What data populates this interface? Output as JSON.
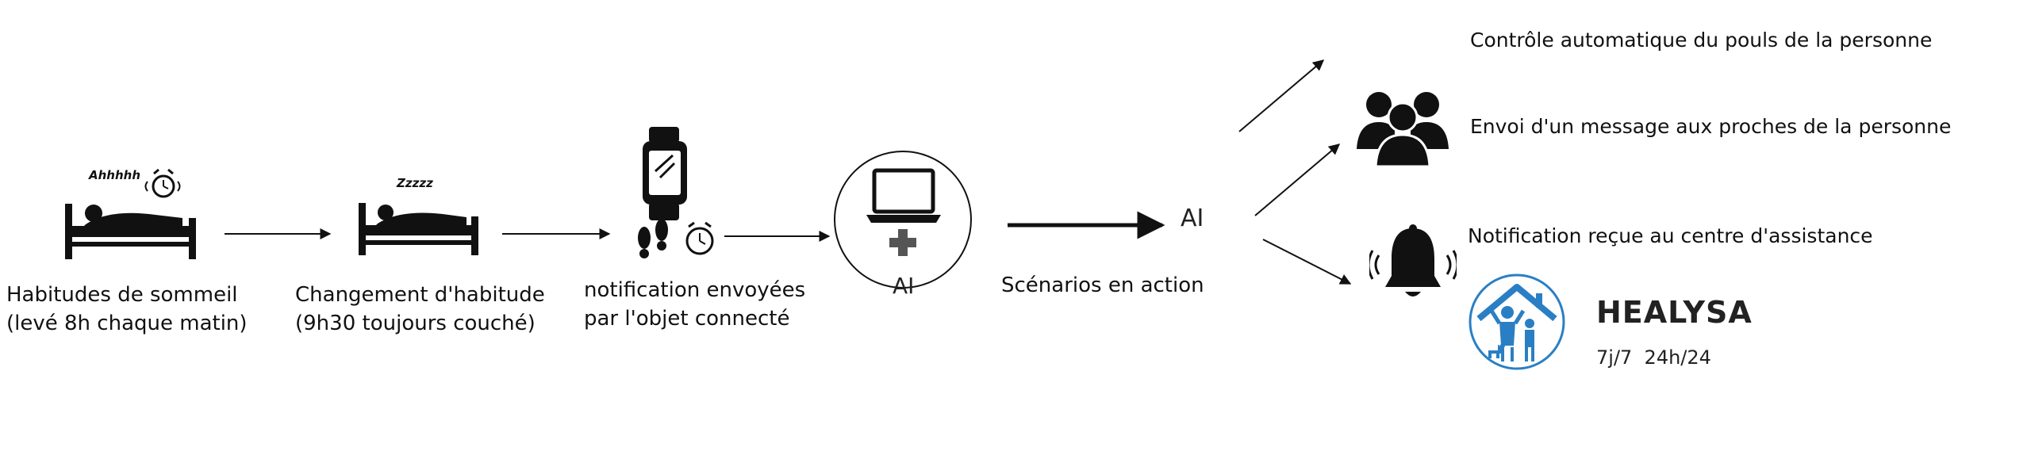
{
  "steps": [
    {
      "line1": "Habitudes de sommeil",
      "line2": "(levé 8h chaque matin)",
      "sound": "Ahhhhh"
    },
    {
      "line1": "Changement d'habitude",
      "line2": "(9h30 toujours couché)",
      "sound": "Zzzzz"
    },
    {
      "line1": "notification envoyées",
      "line2": "par l'objet connecté"
    },
    {
      "ai_label": "AI"
    }
  ],
  "scenarios": {
    "label": "Scénarios en action",
    "ai_label": "AI"
  },
  "outcomes": [
    {
      "label": "Contrôle automatique du pouls de la personne"
    },
    {
      "label": "Envoi d'un message aux proches de la personne",
      "icon": "people-group-icon"
    },
    {
      "label": "Notification reçue au centre d'assistance",
      "icon": "bell-icon"
    }
  ],
  "brand": {
    "name": "HEALYSA",
    "hours": "7j/7  24h/24",
    "colors": {
      "logo_blue": "#2a7fc4"
    }
  }
}
